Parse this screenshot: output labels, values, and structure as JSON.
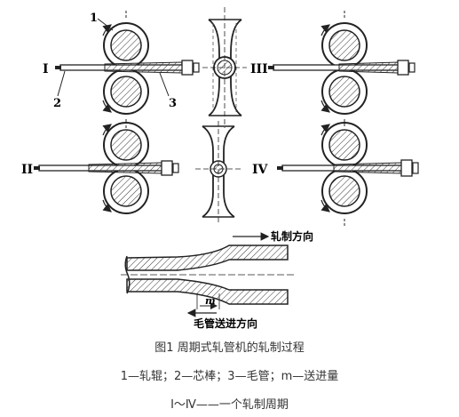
{
  "labels": {
    "roll_num": "1",
    "mandrel_num": "2",
    "tube_num": "3",
    "stage_1": "I",
    "stage_2": "II",
    "stage_3": "III",
    "stage_4": "IV",
    "m_symbol": "m",
    "rolling_direction": "轧制方向",
    "feed_direction": "毛管送进方向"
  },
  "caption": {
    "title": "图1 周期式轧管机的轧制过程",
    "legend": "1—轧辊；2—芯棒；3—毛管；m—送进量",
    "cycle": "Ⅰ～Ⅳ——一个轧制周期"
  }
}
